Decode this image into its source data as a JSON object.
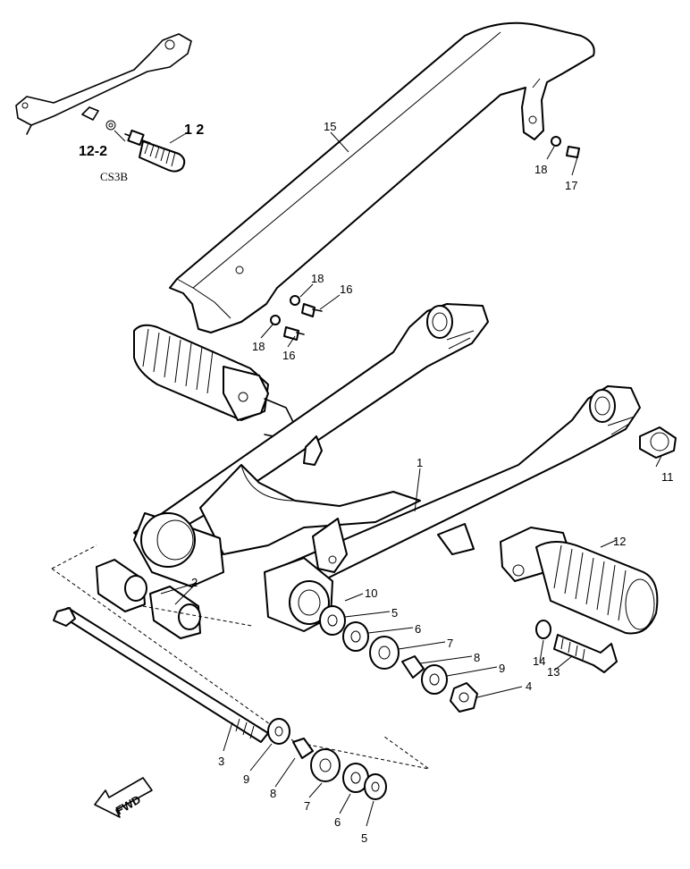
{
  "diagram": {
    "inset_label": "CS3B",
    "fwd_arrow": "FWD",
    "callouts": [
      {
        "id": "c-1",
        "text": "1"
      },
      {
        "id": "c-2",
        "text": "2"
      },
      {
        "id": "c-3",
        "text": "3"
      },
      {
        "id": "c-4",
        "text": "4"
      },
      {
        "id": "c-5a",
        "text": "5"
      },
      {
        "id": "c-5b",
        "text": "5"
      },
      {
        "id": "c-6a",
        "text": "6"
      },
      {
        "id": "c-6b",
        "text": "6"
      },
      {
        "id": "c-7a",
        "text": "7"
      },
      {
        "id": "c-7b",
        "text": "7"
      },
      {
        "id": "c-8a",
        "text": "8"
      },
      {
        "id": "c-8b",
        "text": "8"
      },
      {
        "id": "c-9a",
        "text": "9"
      },
      {
        "id": "c-9b",
        "text": "9"
      },
      {
        "id": "c-10",
        "text": "10"
      },
      {
        "id": "c-11",
        "text": "11"
      },
      {
        "id": "c-12",
        "text": "12"
      },
      {
        "id": "c-12-inset",
        "text": "1 2"
      },
      {
        "id": "c-12-2",
        "text": "12-2"
      },
      {
        "id": "c-13",
        "text": "13"
      },
      {
        "id": "c-14",
        "text": "14"
      },
      {
        "id": "c-15",
        "text": "15"
      },
      {
        "id": "c-16a",
        "text": "16"
      },
      {
        "id": "c-16b",
        "text": "16"
      },
      {
        "id": "c-17",
        "text": "17"
      },
      {
        "id": "c-18a",
        "text": "18"
      },
      {
        "id": "c-18b",
        "text": "18"
      },
      {
        "id": "c-18c",
        "text": "18"
      }
    ]
  }
}
